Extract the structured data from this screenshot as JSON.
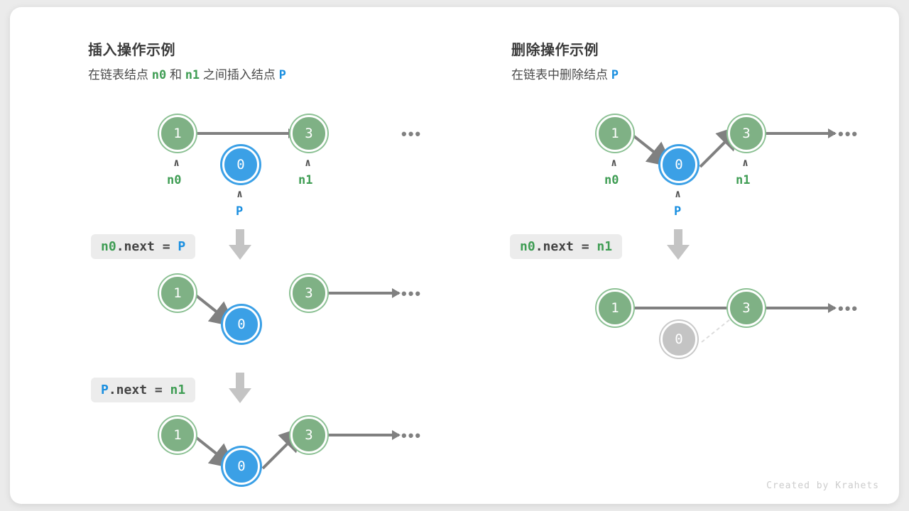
{
  "credit": "Created by Krahets",
  "colors": {
    "green": "#7fb185",
    "blue": "#3ba0e6",
    "gray": "#c4c4c4",
    "label_green": "#3f9d54",
    "label_blue": "#1a8fe0",
    "arrow": "#808080",
    "code_bg": "#ececec",
    "card_bg": "#ffffff",
    "page_bg": "#ebebeb"
  },
  "panels": [
    {
      "id": "insert",
      "title": "插入操作示例",
      "subtitle": {
        "part1": "在链表结点",
        "ref1": "n0",
        "part2": "和",
        "ref2": "n1",
        "part3": "之间插入结点",
        "ref3": "P"
      },
      "rows": [
        {
          "id": "insert-before",
          "nodes": [
            {
              "value": "1",
              "color": "green",
              "label": "n0",
              "label_color": "green",
              "caret": "∧"
            },
            {
              "value": "0",
              "color": "blue",
              "label": "P",
              "label_color": "blue",
              "caret": "∧"
            },
            {
              "value": "3",
              "color": "green",
              "label": "n1",
              "label_color": "green",
              "caret": "∧"
            }
          ],
          "tail": "•••"
        },
        {
          "id": "insert-step1",
          "code": {
            "ref1": "n0",
            "text": ".next = ",
            "ref2": "P"
          },
          "nodes": [
            {
              "value": "1",
              "color": "green"
            },
            {
              "value": "0",
              "color": "blue"
            },
            {
              "value": "3",
              "color": "green"
            }
          ],
          "tail": "•••"
        },
        {
          "id": "insert-step2",
          "code": {
            "ref1": "P",
            "text": ".next = ",
            "ref2": "n1"
          },
          "nodes": [
            {
              "value": "1",
              "color": "green"
            },
            {
              "value": "0",
              "color": "blue"
            },
            {
              "value": "3",
              "color": "green"
            }
          ],
          "tail": "•••"
        }
      ]
    },
    {
      "id": "delete",
      "title": "删除操作示例",
      "subtitle": {
        "part1": "在链表中删除结点",
        "ref1": "P"
      },
      "rows": [
        {
          "id": "delete-before",
          "nodes": [
            {
              "value": "1",
              "color": "green",
              "label": "n0",
              "label_color": "green",
              "caret": "∧"
            },
            {
              "value": "0",
              "color": "blue",
              "label": "P",
              "label_color": "blue",
              "caret": "∧"
            },
            {
              "value": "3",
              "color": "green",
              "label": "n1",
              "label_color": "green",
              "caret": "∧"
            }
          ],
          "tail": "•••"
        },
        {
          "id": "delete-step1",
          "code": {
            "ref1": "n0",
            "text": ".next = ",
            "ref2": "n1"
          },
          "nodes": [
            {
              "value": "1",
              "color": "green"
            },
            {
              "value": "0",
              "color": "gray"
            },
            {
              "value": "3",
              "color": "green"
            }
          ],
          "tail": "•••"
        }
      ]
    }
  ]
}
